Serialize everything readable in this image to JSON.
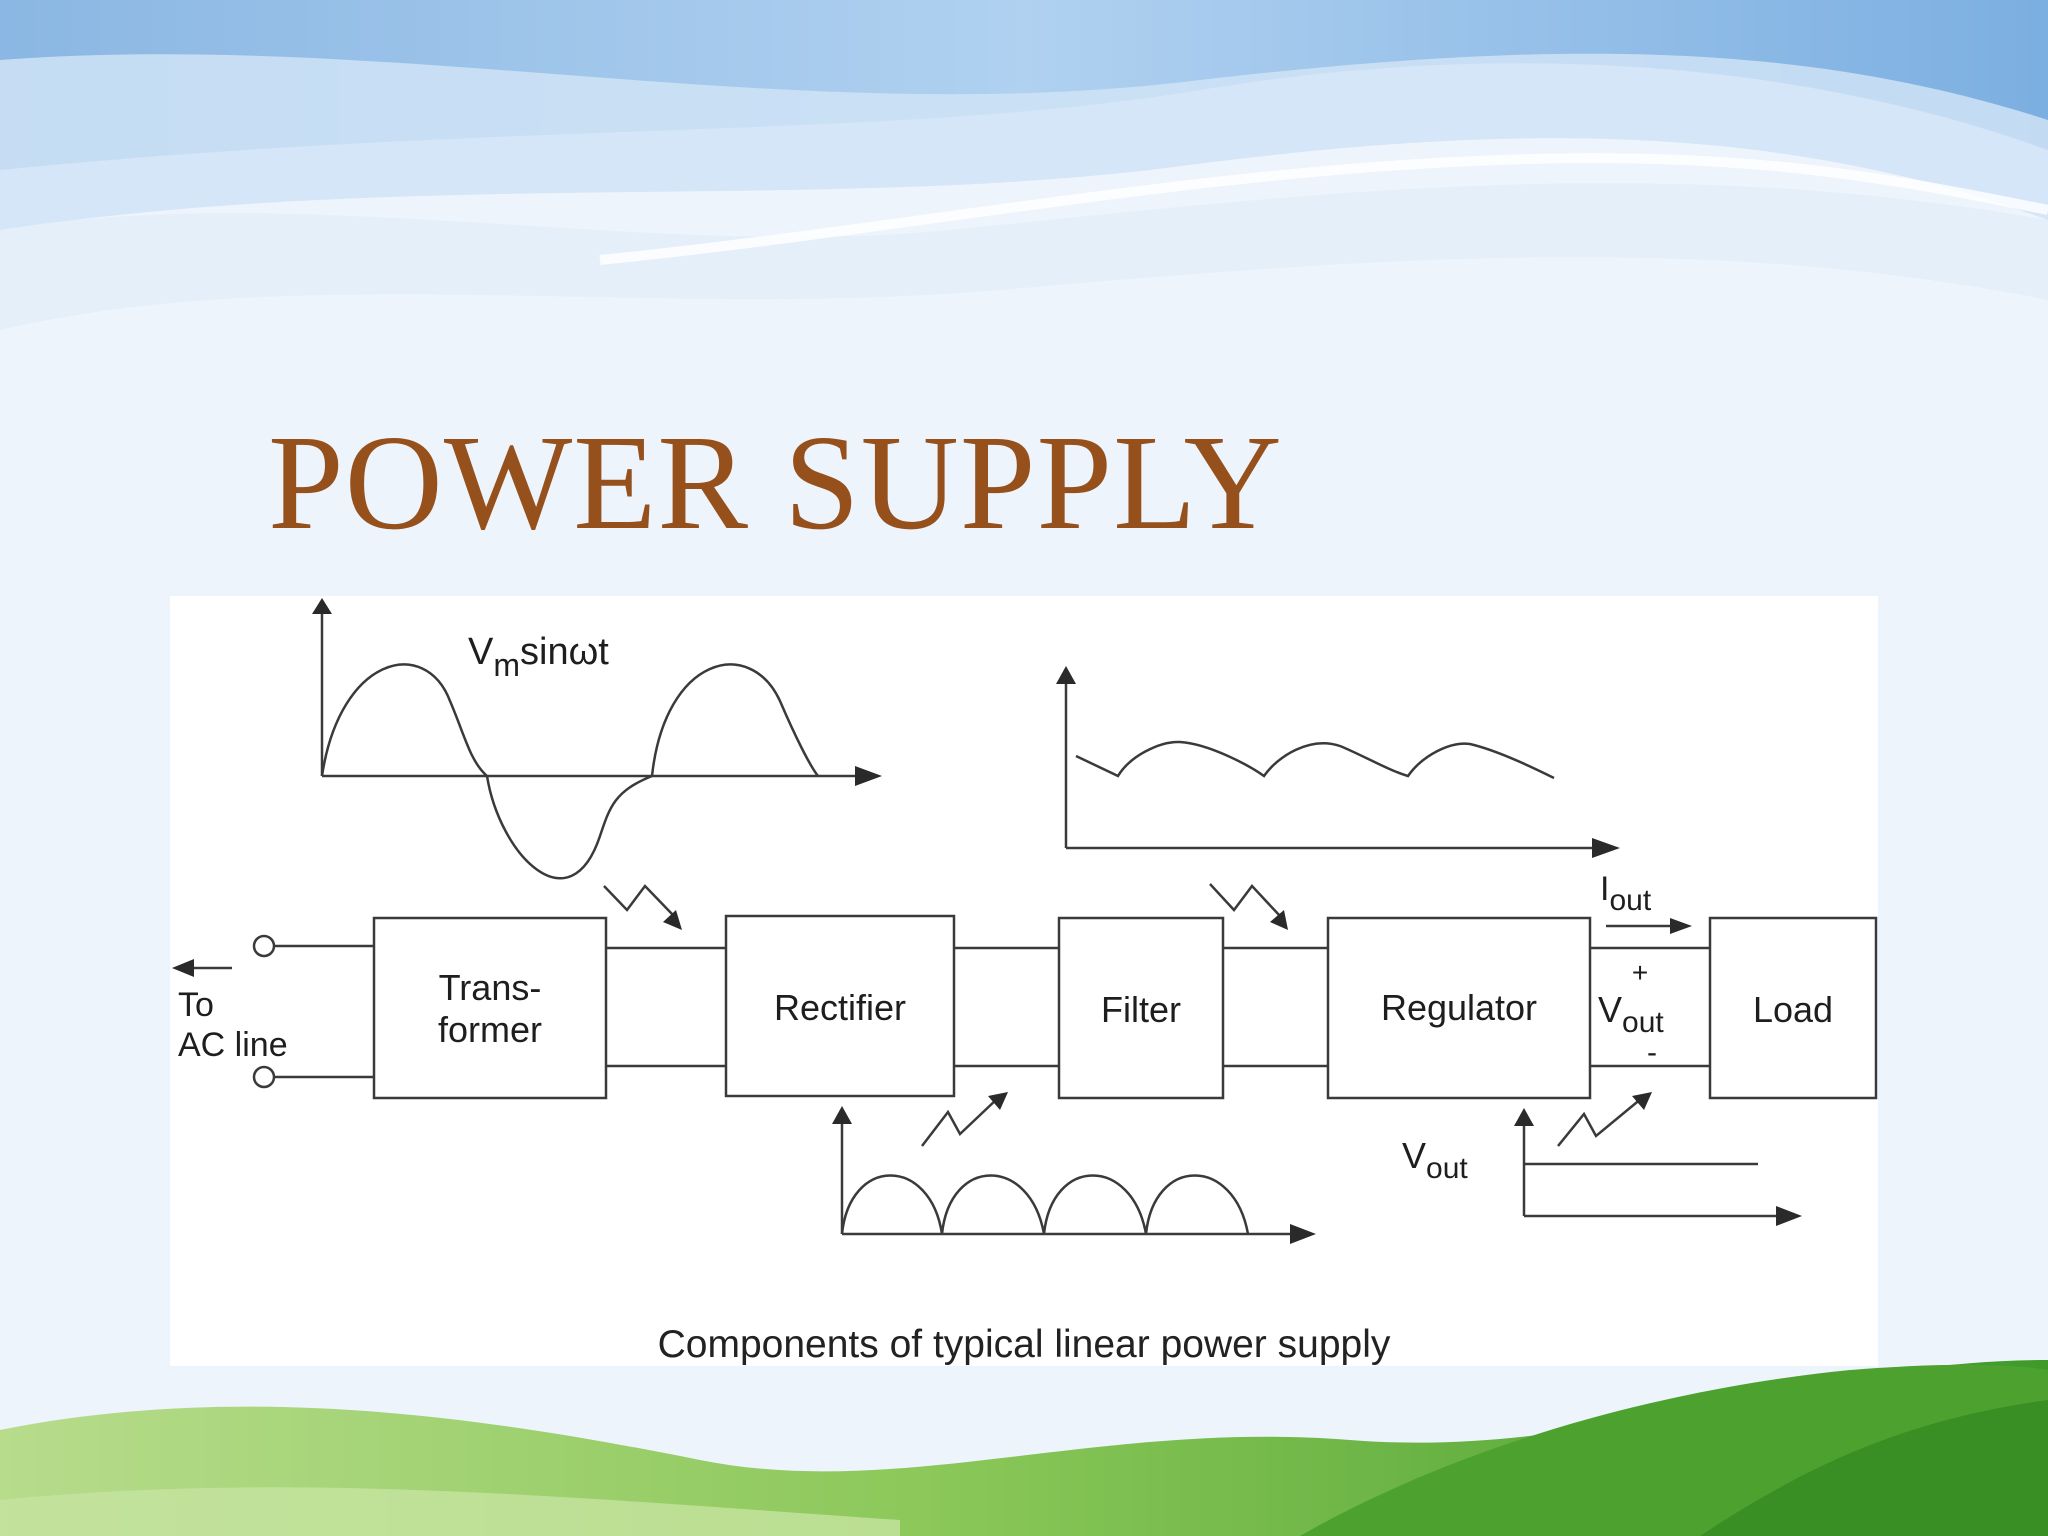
{
  "slide": {
    "title": "POWER SUPPLY"
  },
  "diagram": {
    "caption": "Components of typical linear power supply",
    "input_label_line1": "To",
    "input_label_line2": "AC line",
    "blocks": {
      "transformer_line1": "Trans-",
      "transformer_line2": "former",
      "rectifier": "Rectifier",
      "filter": "Filter",
      "regulator": "Regulator",
      "load": "Load"
    },
    "sine_label_main": "V",
    "sine_label_sub": "m",
    "sine_label_rest": "sinωt",
    "iout_main": "I",
    "iout_sub": "out",
    "vout_plus": "+",
    "vout_main": "V",
    "vout_sub": "out",
    "vout_minus": "-",
    "regulated_main": "V",
    "regulated_sub": "out"
  },
  "colors": {
    "title": "#96501c",
    "sky": "#8dbbe6",
    "grass": "#5fae32",
    "line": "#3a3a3a"
  }
}
